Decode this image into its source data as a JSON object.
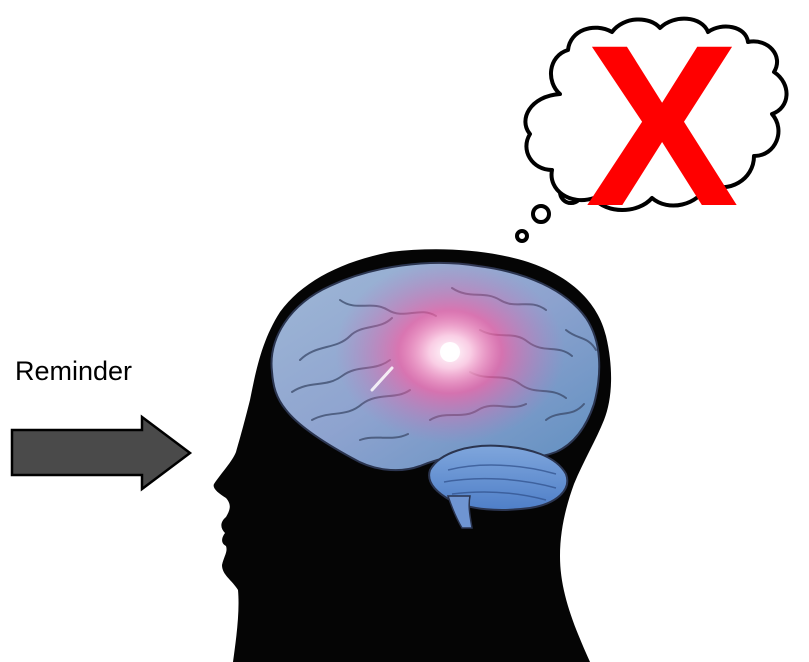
{
  "diagram": {
    "arrow_label": "Reminder",
    "thought_mark": "X"
  },
  "colors": {
    "background": "#ffffff",
    "silhouette": "#050505",
    "arrow_fill": "#4a4a4a",
    "arrow_stroke": "#000000",
    "cross": "#ff0000",
    "brain_base": "#7f9ec4",
    "brain_glow": "#ff5aa0"
  },
  "icons": [
    "right-arrow-icon",
    "thought-bubble-icon",
    "cross-icon",
    "head-silhouette",
    "brain-image"
  ]
}
